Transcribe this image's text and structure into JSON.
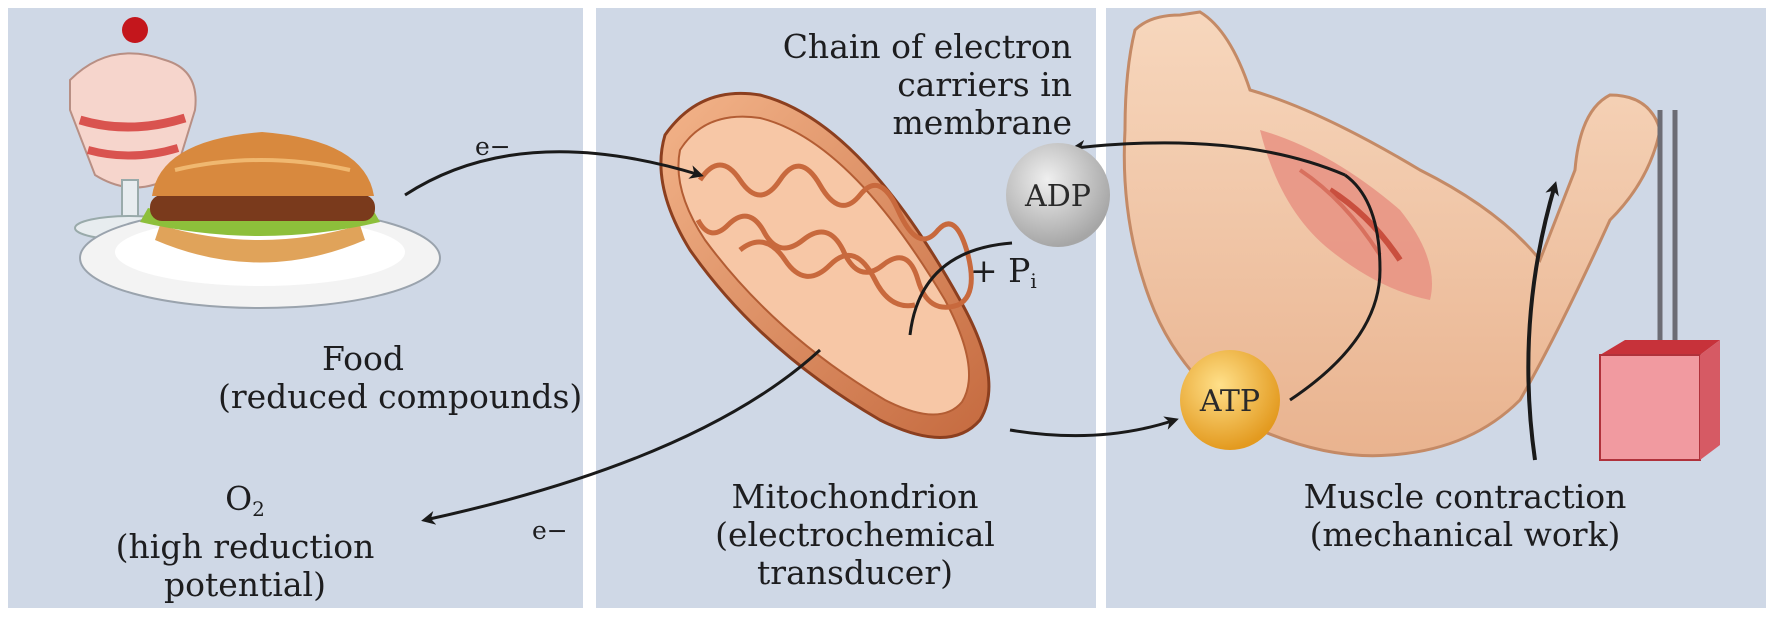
{
  "panels": {
    "food": {
      "title": "Food",
      "subtitle": "(reduced compounds)"
    },
    "oxygen": {
      "symbol": "O",
      "subscript": "2",
      "line1": "(high reduction",
      "line2": "potential)"
    },
    "mitochondrion": {
      "chain_line1": "Chain of electron",
      "chain_line2": "carriers in",
      "chain_line3": "membrane",
      "name": "Mitochondrion",
      "role_line1": "(electrochemical",
      "role_line2": "transducer)"
    },
    "muscle": {
      "name": "Muscle contraction",
      "role": "(mechanical work)"
    }
  },
  "molecules": {
    "adp": "ADP",
    "pi_prefix": "+ P",
    "pi_subscript": "i",
    "atp": "ATP"
  },
  "electron_labels": {
    "in": "e−",
    "out": "e−"
  },
  "colors": {
    "panel_bg": "#cfd8e6",
    "adp_bubble": "#c9c9c9",
    "atp_bubble": "#f1b43c",
    "mitochondrion": "#e8a276",
    "muscle": "#f2c6a4",
    "arrow": "#1a1a1a"
  }
}
